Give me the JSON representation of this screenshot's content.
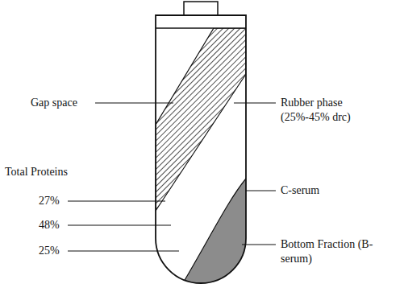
{
  "diagram": {
    "labels": [
      "Gap space",
      "Rubber phase (25%-45% drc)",
      "Total Proteins",
      "C-serum",
      "27%",
      "48%",
      "Bottom Fraction (B-serum)",
      "25%"
    ]
  }
}
